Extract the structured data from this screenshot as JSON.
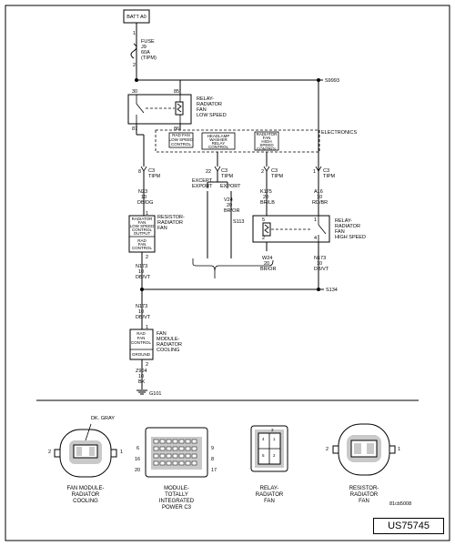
{
  "batt_label": "BATT A0",
  "fuse": {
    "label": "FUSE",
    "number": "J9",
    "rating": "60A",
    "location": "(TIPM)",
    "pin_top": "1",
    "pin_bottom": "2"
  },
  "splices": {
    "s9993": "S9993",
    "s134": "S134",
    "s113": "S113"
  },
  "relay_low": {
    "name_lines": [
      "RELAY-",
      "RADIATOR",
      "FAN",
      "LOW SPEED"
    ],
    "pins": {
      "tl": "30",
      "tr": "85",
      "bl": "87",
      "br": "86"
    }
  },
  "electronics": {
    "label": "ELECTRONICS",
    "cells": [
      [
        "RAD FAN",
        "LOW SPEED",
        "CONTROL"
      ],
      [
        "HEADLAMP",
        "WASHER",
        "RELAY",
        "CONTROL"
      ],
      [
        "RADIATOR",
        "FAN",
        "HIGH",
        "SPEED",
        "CONTROL"
      ]
    ]
  },
  "connectors": {
    "c1": {
      "pin": "8",
      "name": "C3",
      "loc": "TIPM"
    },
    "c2": {
      "pin": "22",
      "name": "C3",
      "loc": "TIPM"
    },
    "c3": {
      "pin": "2",
      "name": "C3",
      "loc": "TIPM"
    },
    "c4": {
      "pin": "1",
      "name": "C3",
      "loc": "TIPM"
    }
  },
  "except_export": [
    "EXCEPT",
    "EXPORT"
  ],
  "export": "EXPORT",
  "wires": {
    "n23": [
      "N23",
      "10",
      "DB/DG"
    ],
    "v24": [
      "V24",
      "20",
      "BR/OR"
    ],
    "k175": [
      "K175",
      "20",
      "BR/LB"
    ],
    "a16": [
      "A16",
      "10",
      "RD/BR"
    ],
    "n173a": [
      "N173",
      "10",
      "DB/VT"
    ],
    "w24": [
      "W24",
      "20",
      "BR/OR"
    ],
    "n173b": [
      "N173",
      "10",
      "DB/VT"
    ],
    "n173c": [
      "N173",
      "10",
      "DB/VT"
    ],
    "z904": [
      "Z904",
      "10",
      "BK"
    ]
  },
  "resistor": {
    "name_lines": [
      "RESISTOR-",
      "RADIATOR",
      "FAN"
    ],
    "inner_top": [
      "RADIATOR",
      "FAN",
      "LOW SPEED",
      "CONTROL",
      "OUTPUT"
    ],
    "inner_bottom": [
      "RAD",
      "FAN",
      "CONTROL"
    ],
    "pin_top": "1",
    "pin_bottom": "2"
  },
  "relay_high": {
    "name_lines": [
      "RELAY-",
      "RADIATOR",
      "FAN",
      "HIGH SPEED"
    ],
    "pins": {
      "tl": "5",
      "tr": "1",
      "bl": "2",
      "br": "4"
    }
  },
  "fan_module": {
    "name_lines": [
      "FAN",
      "MODULE-",
      "RADIATOR",
      "COOLING"
    ],
    "inner_top": [
      "RAD",
      "FAN",
      "CONTROL"
    ],
    "inner_bottom": "GROUND",
    "pin_top": "1",
    "pin_bottom": "2"
  },
  "ground": "G101",
  "legend": [
    {
      "label_lines": [
        "FAN MODULE-",
        "RADIATOR",
        "COOLING"
      ],
      "note": "DK. GRAY",
      "pins": [
        "2",
        "1"
      ]
    },
    {
      "label_lines": [
        "MODULE-",
        "TOTALLY",
        "INTEGRATED",
        "POWER C3"
      ],
      "pins": [
        "6",
        "9",
        "16",
        "20",
        "8",
        "17"
      ]
    },
    {
      "label_lines": [
        "RELAY-",
        "RADIATOR",
        "FAN"
      ],
      "pins": [
        "1",
        "2",
        "3",
        "4",
        "5"
      ]
    },
    {
      "label_lines": [
        "RESISTOR-",
        "RADIATOR",
        "FAN"
      ],
      "pins": [
        "2",
        "1"
      ]
    }
  ],
  "figure_id": "81cb5008",
  "document_id": "US75745"
}
